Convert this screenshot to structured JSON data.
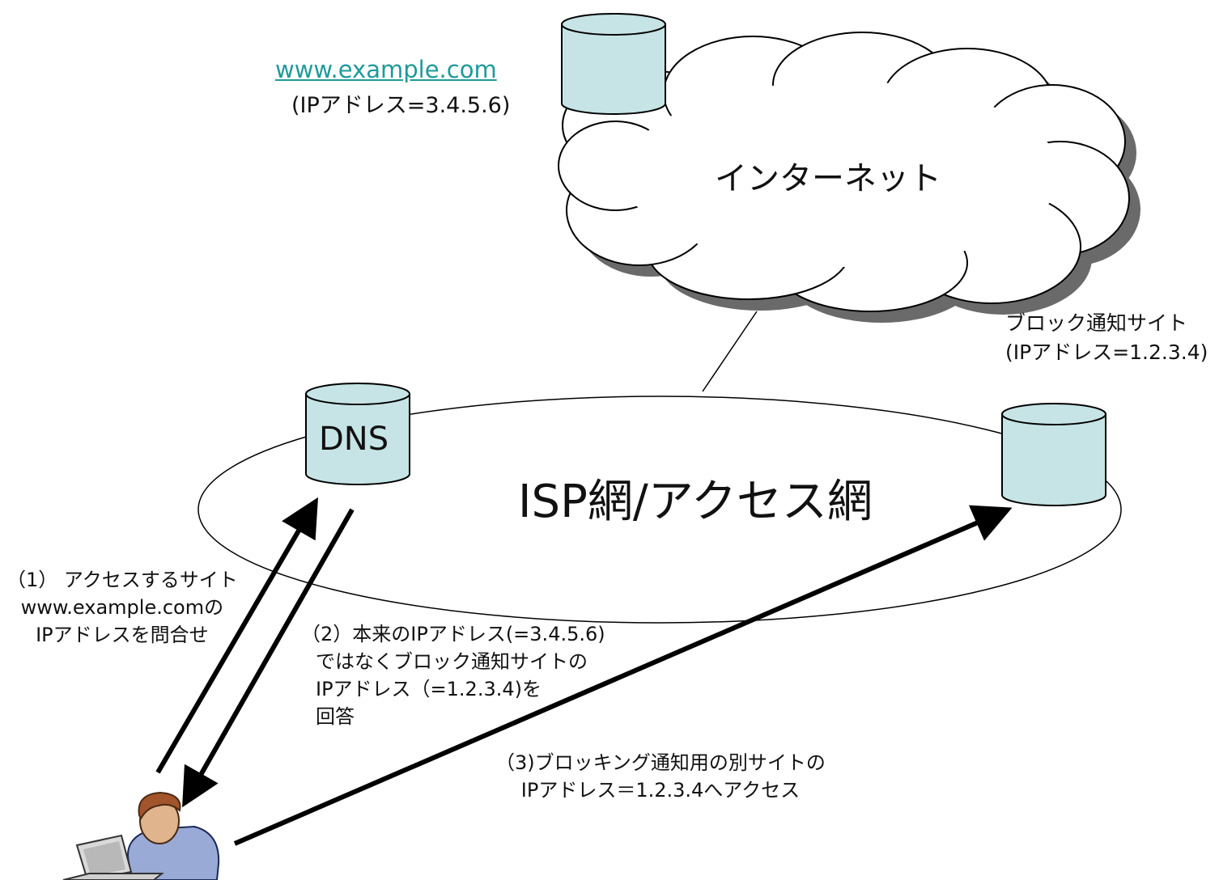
{
  "web_server": {
    "host": "www.example.com",
    "ip": "(IPアドレス=3.4.5.6)"
  },
  "internet": {
    "label": "インターネット"
  },
  "block_site": {
    "name": "ブロック通知サイト",
    "ip": "(IPアドレス=1.2.3.4)"
  },
  "dns": {
    "label": "DNS"
  },
  "isp": {
    "label": "ISP網/アクセス網"
  },
  "steps": {
    "step1": [
      "（1） アクセスするサイト",
      "www.example.comの",
      "IPアドレスを問合せ"
    ],
    "step2": [
      "（2）本来のIPアドレス(=3.4.5.6)",
      "ではなくブロック通知サイトの",
      "IPアドレス（=1.2.3.4)を",
      "回答"
    ],
    "step3": [
      "（3)ブロッキング通知用の別サイトの",
      "IPアドレス＝1.2.3.4へアクセス"
    ]
  },
  "colors": {
    "cylinder_fill": "#c6e4e5",
    "link": "#1f9a9a",
    "cloud_shadow": "#6a6a6a"
  },
  "icons": {
    "user": "user-at-laptop-icon",
    "server": "database-cylinder-icon"
  }
}
